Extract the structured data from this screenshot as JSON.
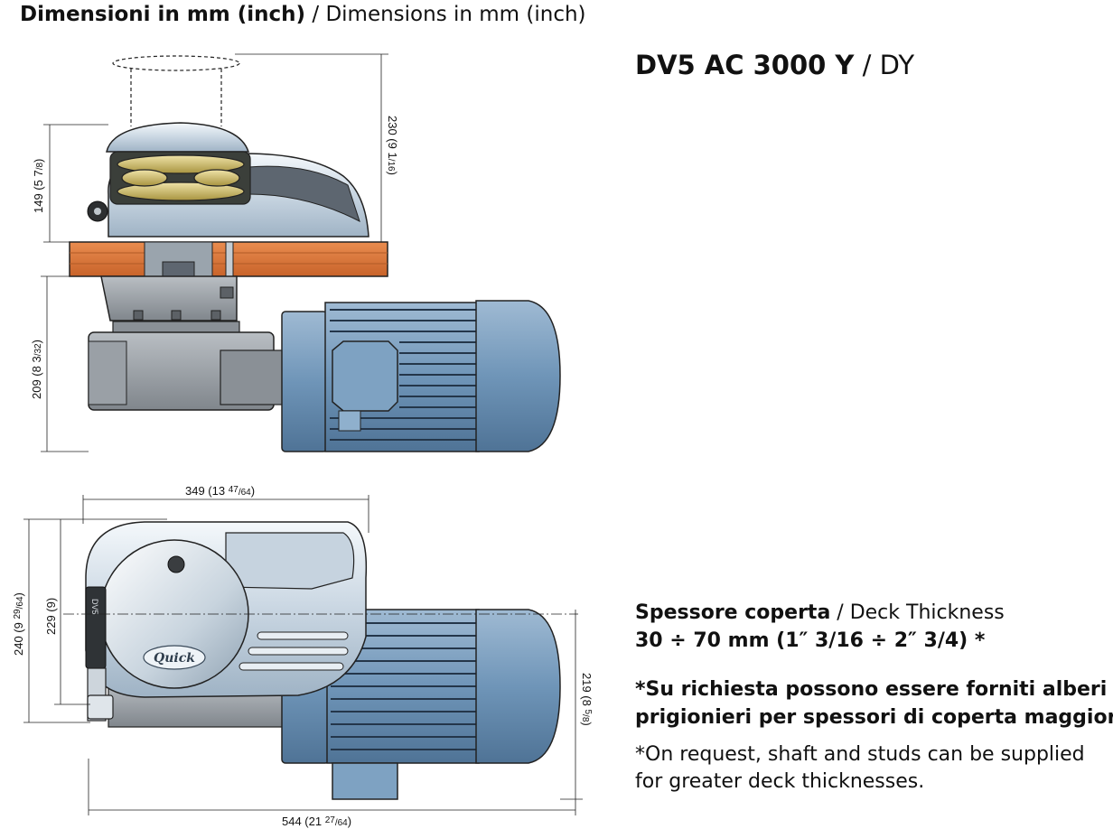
{
  "header": {
    "title_bold": "Dimensioni in mm (inch)",
    "title_sep": " / ",
    "title_regular": "Dimensions in mm (inch)"
  },
  "model": {
    "code_bold": "DV5 AC 3000 Y",
    "sep": " / ",
    "variant": "DY"
  },
  "side_view": {
    "dim_height_above": {
      "main": "149 (5 7",
      "frac": "/8",
      "close": ")"
    },
    "dim_total_top": {
      "main": "230 (9 1",
      "frac": "/16",
      "close": ")"
    },
    "dim_below": {
      "main": "209 (8 3",
      "frac": "/32",
      "close": ")"
    }
  },
  "top_view": {
    "dim_width": {
      "main": "349 (13 ",
      "sup": "47",
      "frac": "/64",
      "close": ")"
    },
    "dim_outer": {
      "main": "240 (9 ",
      "sup": "29",
      "frac": "/64",
      "close": ")"
    },
    "dim_inner": {
      "main": "229 (9)"
    },
    "dim_motor": {
      "main": "219 (8 ",
      "sup": "5",
      "frac": "/8",
      "close": ")"
    },
    "dim_length": {
      "main": "544 (21 ",
      "sup": "27",
      "frac": "/64",
      "close": ")"
    },
    "logo_text": "Quick",
    "plate_text": "DV5"
  },
  "deck": {
    "label_bold": "Spessore coperta",
    "sep": " / ",
    "label_regular": "Deck Thickness",
    "value": "30 ÷ 70 mm (1″ 3/16 ÷ 2″ 3/4) *"
  },
  "notes": {
    "it_line1": "*Su richiesta possono essere forniti alberi e",
    "it_line2": "prigionieri per spessori di coperta maggiori",
    "en_line1": "*On request, shaft and studs can be supplied",
    "en_line2": "for greater deck thicknesses."
  },
  "colors": {
    "housing": "#d9e3ec",
    "gypsy_gold": "#cdb96a",
    "deck_wood": "#dd7a3c",
    "motor_blue": "#6f95b8",
    "gearbox_grey": "#9ca1a6"
  }
}
